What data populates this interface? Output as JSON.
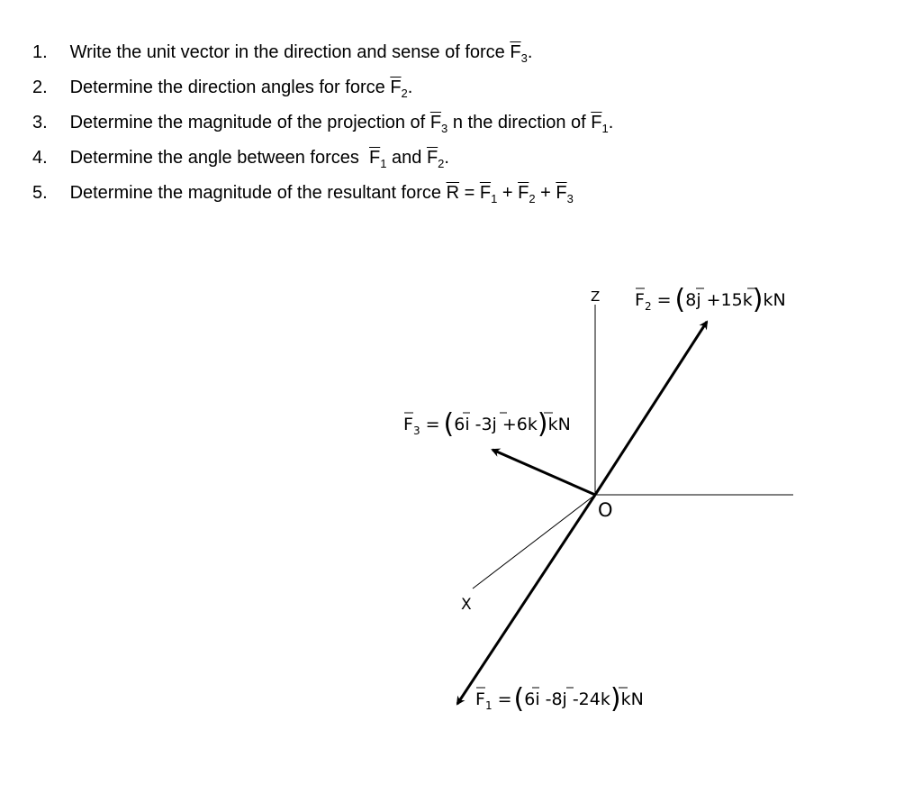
{
  "questions": [
    {
      "number": "1.",
      "text": "Write the unit vector in the direction and sense of force",
      "force": "F",
      "force_sub": "3",
      "end": "."
    },
    {
      "number": "2.",
      "text": "Determine the direction angles for force",
      "force": "F",
      "force_sub": "2",
      "end": "."
    },
    {
      "number": "3.",
      "text_a": "Determine the magnitude of the projection of",
      "force_a": "F",
      "force_a_sub": "3",
      "text_b": "n the direction of",
      "force_b": "F",
      "force_b_sub": "1",
      "end": "."
    },
    {
      "number": "4.",
      "text_a": "Determine the angle between forces",
      "force_a": "F",
      "force_a_sub": "1",
      "text_b": "and",
      "force_b": "F",
      "force_b_sub": "2",
      "end": "."
    },
    {
      "number": "5.",
      "text": "Determine the magnitude of the resultant force",
      "resultant": "R",
      "equals": "=",
      "f": "F",
      "plus": "+",
      "subs": [
        "1",
        "2",
        "3"
      ]
    }
  ],
  "diagram": {
    "axis_z": "Z",
    "axis_x": "X",
    "origin": "O",
    "F2": {
      "name": "F",
      "sub": "2",
      "eq": "=",
      "open": "(",
      "c1": "8",
      "u1": "j",
      "c2": "+15",
      "u2": "k",
      "close": ")",
      "unit": "kN"
    },
    "F3": {
      "name": "F",
      "sub": "3",
      "eq": "=",
      "open": "(",
      "c1": "6",
      "u1": "i",
      "c2": "-3",
      "u2": "j",
      "c3": "+6",
      "u3": "k",
      "close": ")",
      "unit": "kN"
    },
    "F1": {
      "name": "F",
      "sub": "1",
      "eq": "=",
      "open": "(",
      "c1": "6",
      "u1": "i",
      "c2": "-8",
      "u2": "j",
      "c3": "-24",
      "u3": "k",
      "close": ")",
      "unit": "kN"
    }
  }
}
